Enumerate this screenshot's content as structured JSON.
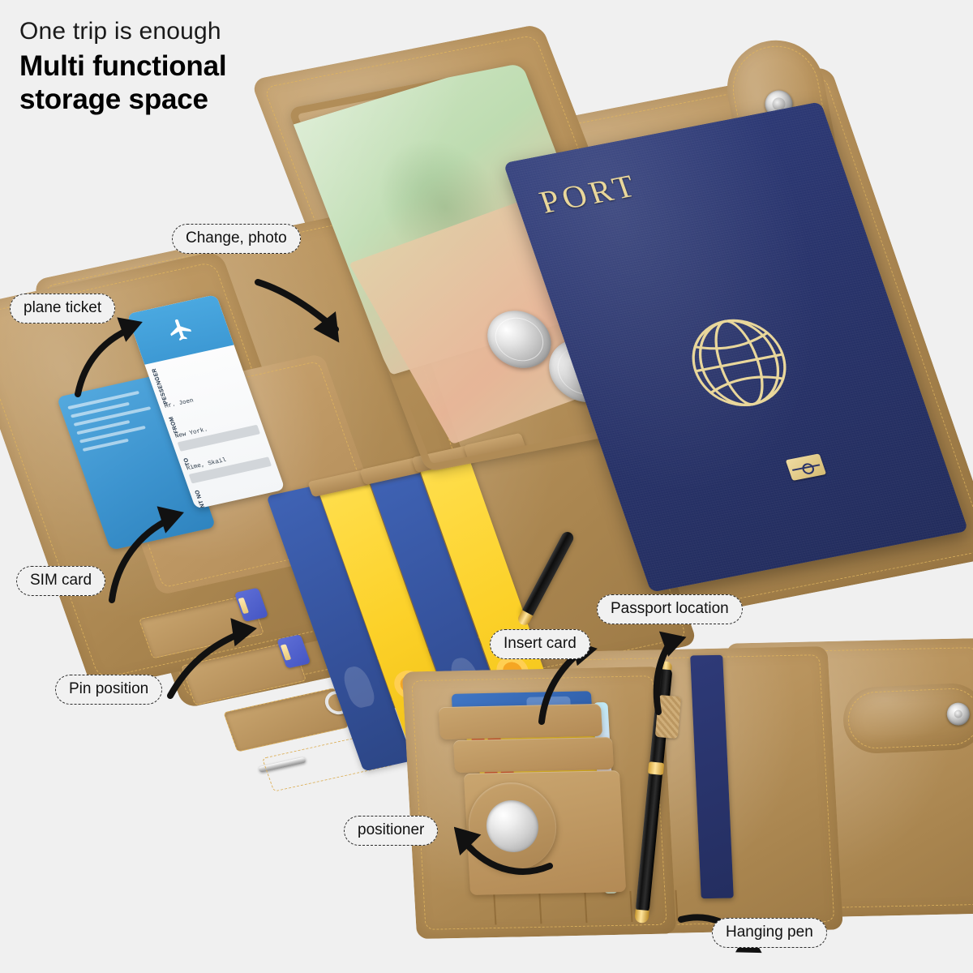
{
  "meta": {
    "domain": "product-infographic",
    "background_color": "#f0f0f0"
  },
  "headline": {
    "eyebrow": "One trip is enough",
    "title_line1": "Multi functional",
    "title_line2": "storage space"
  },
  "colors": {
    "background": "#f0f0f0",
    "leather_tan": "#b8935d",
    "leather_light": "#c9a56f",
    "stitch_gold": "#e0b55f",
    "passport_navy": "#2a3568",
    "passport_gold": "#e9d79b",
    "card_blue": "#35529c",
    "card_yellow": "#fcd129",
    "sim_blue": "#4556c4",
    "metal_silver": "#c9c9c9",
    "pen_black": "#111111",
    "pen_gold": "#ffe39a",
    "ticket_blue": "#3d99d4",
    "callout_text": "#111111",
    "callout_border": "#2b2b2b"
  },
  "callouts": [
    {
      "id": "change-photo",
      "label": "Change, photo"
    },
    {
      "id": "plane-ticket",
      "label": "plane ticket"
    },
    {
      "id": "sim-card",
      "label": "SIM card"
    },
    {
      "id": "pin-position",
      "label": "Pin position"
    },
    {
      "id": "insert-card",
      "label": "Insert card"
    },
    {
      "id": "passport-location",
      "label": "Passport location"
    },
    {
      "id": "positioner",
      "label": "positioner"
    },
    {
      "id": "hanging-pen",
      "label": "Hanging pen"
    }
  ],
  "boarding_pass": {
    "airline_icon": "airplane-icon",
    "rows": [
      {
        "label": "PESSENGER",
        "value": "Mr. Joen"
      },
      {
        "label": "FROM",
        "value": "New York."
      },
      {
        "label": "TO",
        "value": "Rime, Skail"
      },
      {
        "label": "IMPORTANT NO",
        "value": ""
      }
    ]
  },
  "passport": {
    "cover_text": "PORT",
    "emblem": "globe-icon",
    "chip": "biometric-chip-icon"
  },
  "main_wallet": {
    "name": "open-passport-wallet",
    "cards": [
      {
        "color": "blue",
        "pattern": "figure"
      },
      {
        "color": "yellow",
        "pattern": "sunflower"
      },
      {
        "color": "blue",
        "pattern": "figure"
      },
      {
        "color": "yellow",
        "pattern": "sunflower"
      }
    ],
    "sim_slots": 3,
    "coins": 2,
    "banknotes": 2,
    "snap": "metal-snap-button"
  },
  "second_wallet": {
    "name": "closed-passport-wallet",
    "cards": [
      {
        "color": "blue",
        "pattern": "map"
      },
      {
        "color": "yellow",
        "pattern": "dots"
      },
      {
        "color": "yellow",
        "pattern": "dots"
      }
    ],
    "tracker_slot": "airtag-holder",
    "pen": "black-gold-pen",
    "snap": "metal-snap-button"
  }
}
